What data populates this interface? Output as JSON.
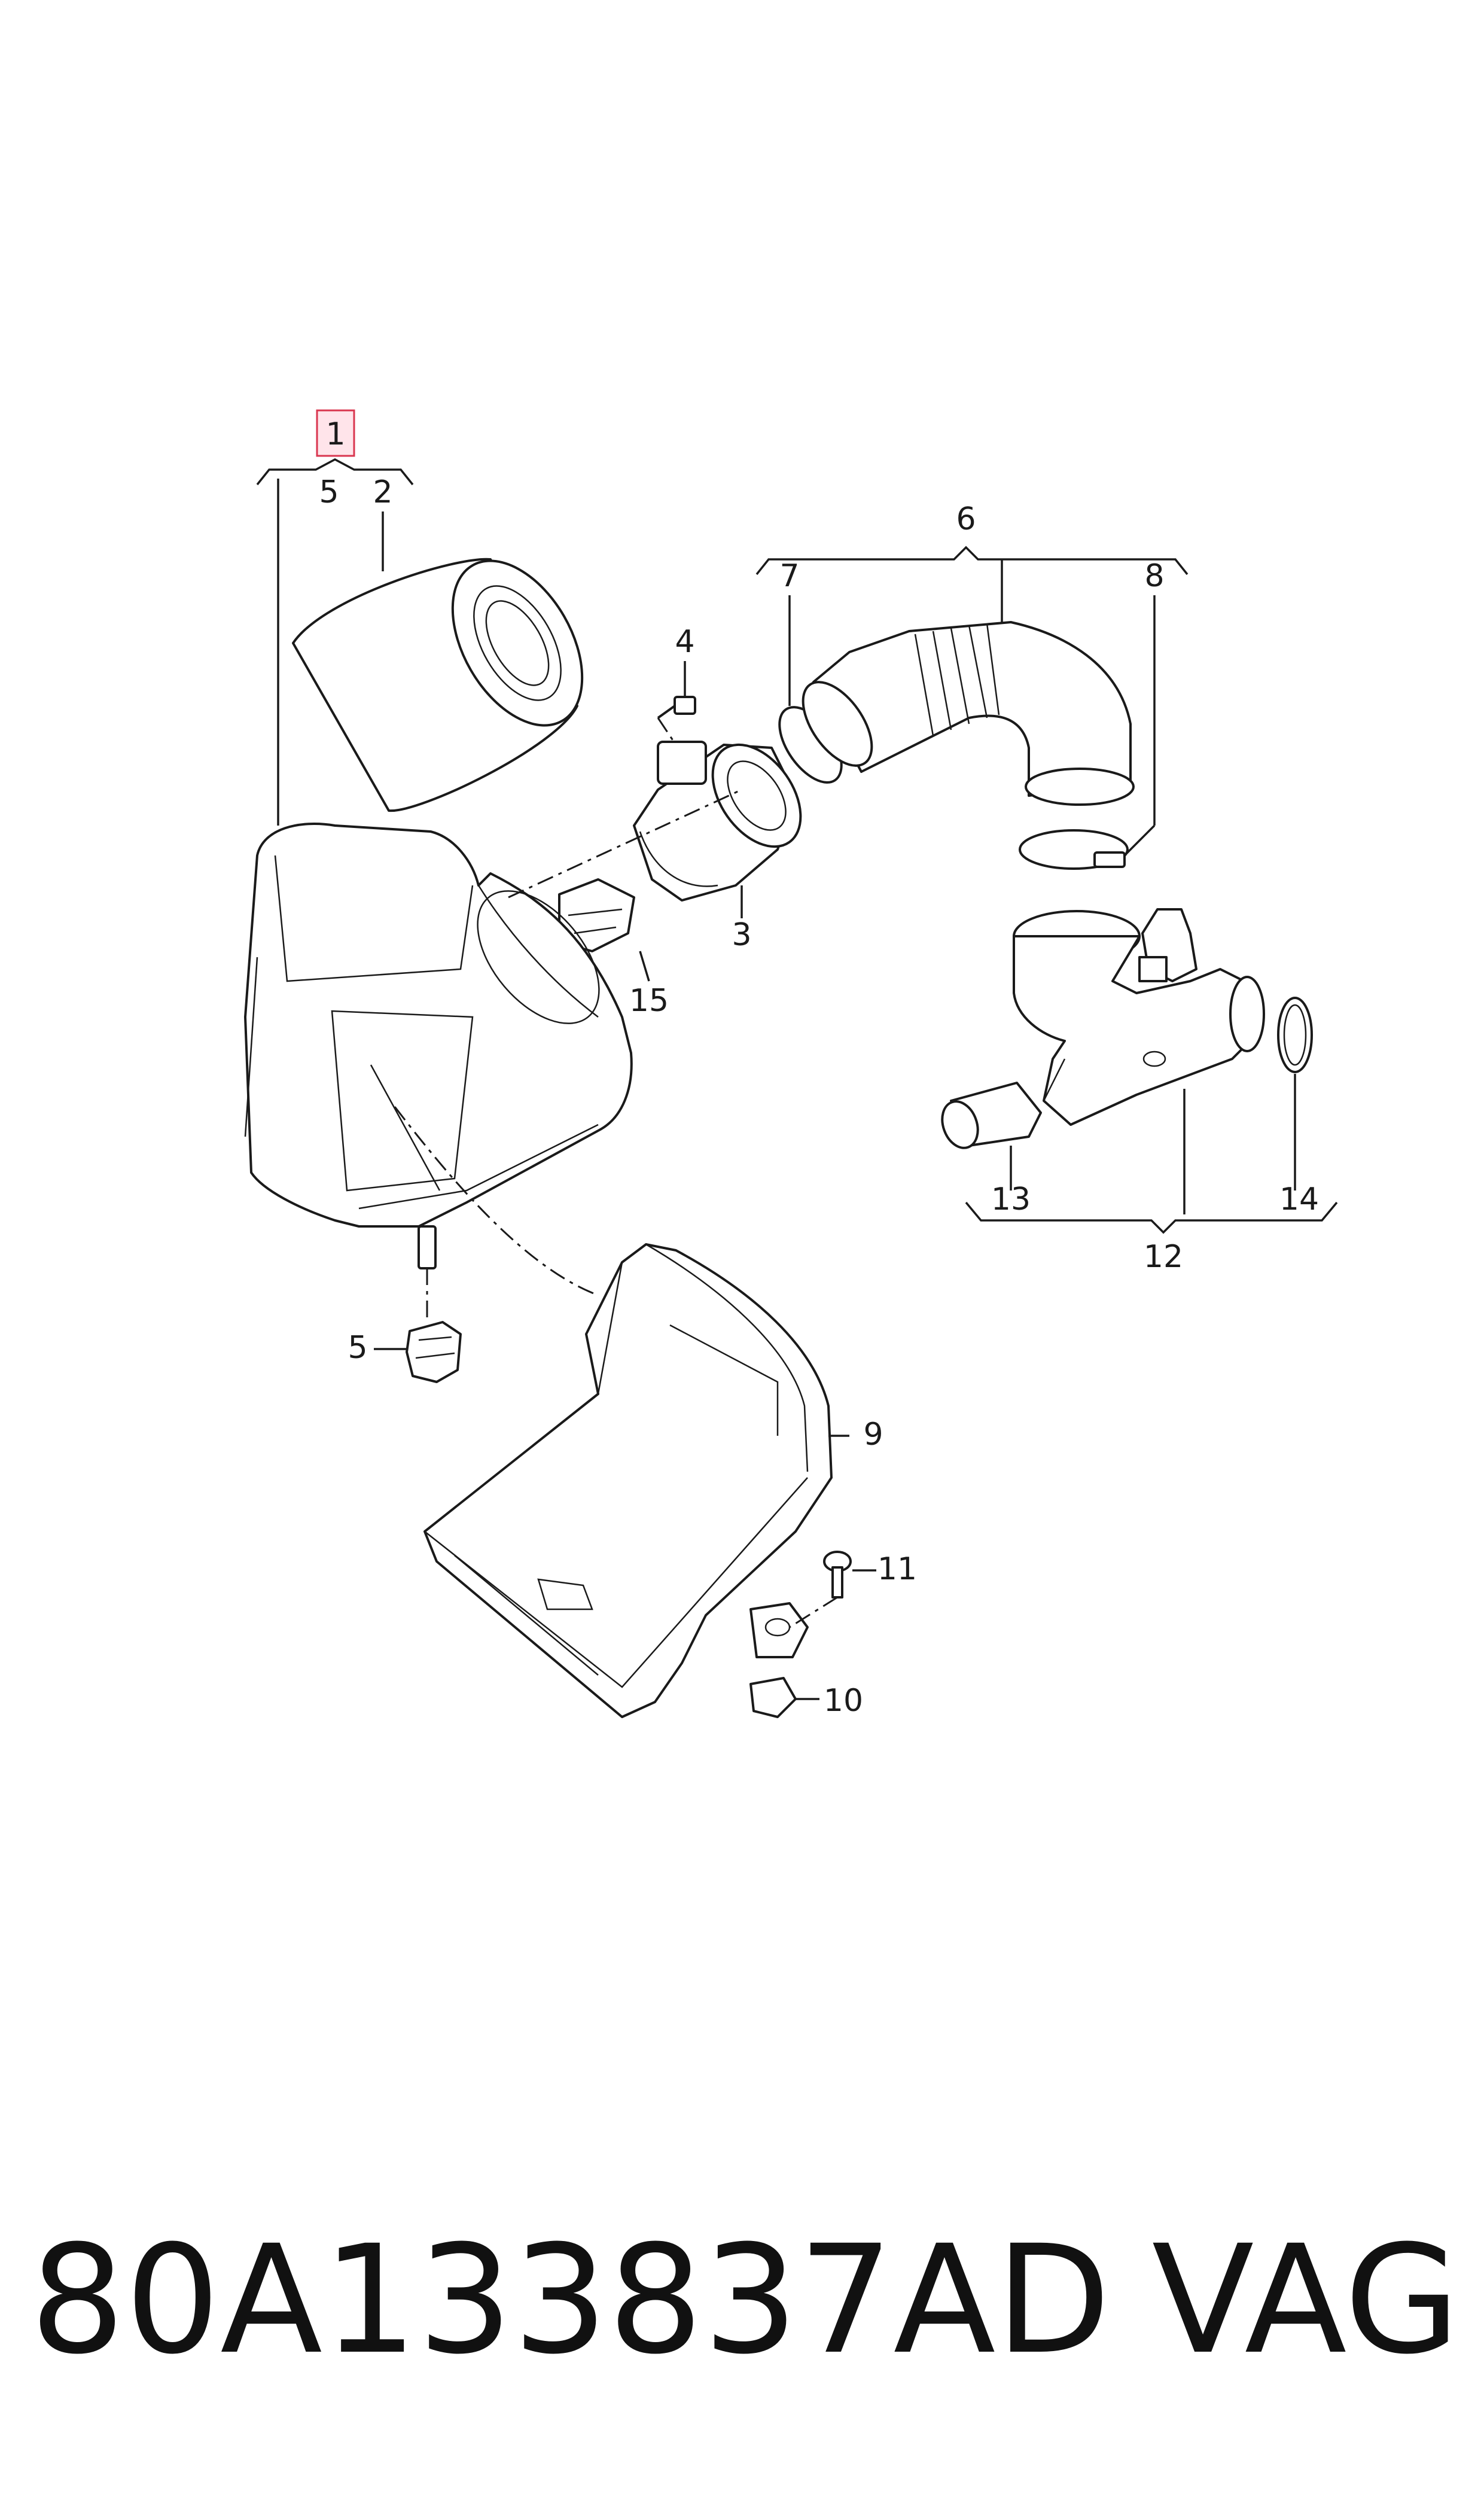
{
  "callouts": {
    "c1": "1",
    "c2": "2",
    "c3": "3",
    "c4": "4",
    "c5a": "5",
    "c5b": "5",
    "c6": "6",
    "c7": "7",
    "c8": "8",
    "c9": "9",
    "c10": "10",
    "c11": "11",
    "c12": "12",
    "c13": "13",
    "c14": "14",
    "c15": "15"
  },
  "footer": {
    "part_number": "80A133837AD",
    "brand": "VAG"
  },
  "colors": {
    "highlight_fill": "#ffe4ea",
    "highlight_border": "#d9364f",
    "ink": "#1a1a1a"
  }
}
